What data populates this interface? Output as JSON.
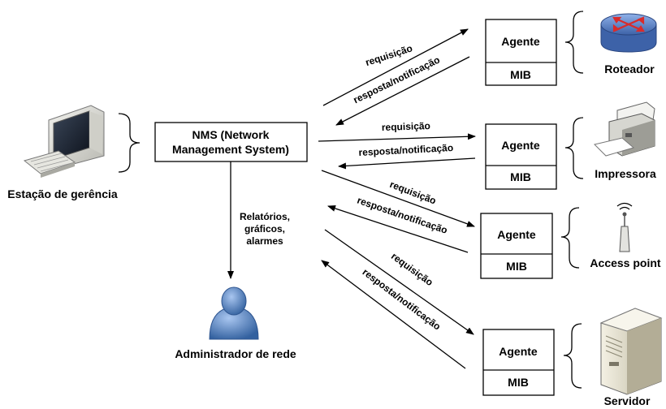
{
  "nms": {
    "line1": "NMS (Network",
    "line2": "Management System)"
  },
  "station_label": "Estação de gerência",
  "admin_label": "Administrador de rede",
  "reports": {
    "line1": "Relatórios,",
    "line2": "gráficos,",
    "line3": "alarmes"
  },
  "agents": [
    {
      "agent": "Agente",
      "mib": "MIB",
      "device": "Roteador"
    },
    {
      "agent": "Agente",
      "mib": "MIB",
      "device": "Impressora"
    },
    {
      "agent": "Agente",
      "mib": "MIB",
      "device": "Access point"
    },
    {
      "agent": "Agente",
      "mib": "MIB",
      "device": "Servidor"
    }
  ],
  "flows": [
    {
      "request": "requisição",
      "response": "resposta/notificação"
    },
    {
      "request": "requisição",
      "response": "resposta/notificação"
    },
    {
      "request": "requisição",
      "response": "resposta/notificação"
    },
    {
      "request": "requisição",
      "response": "resposta/notificação"
    }
  ],
  "colors": {
    "router": "#5b7fc0",
    "router_arrows": "#d92b2b",
    "user": "#4f7fc4",
    "screen": "#1a2233"
  }
}
